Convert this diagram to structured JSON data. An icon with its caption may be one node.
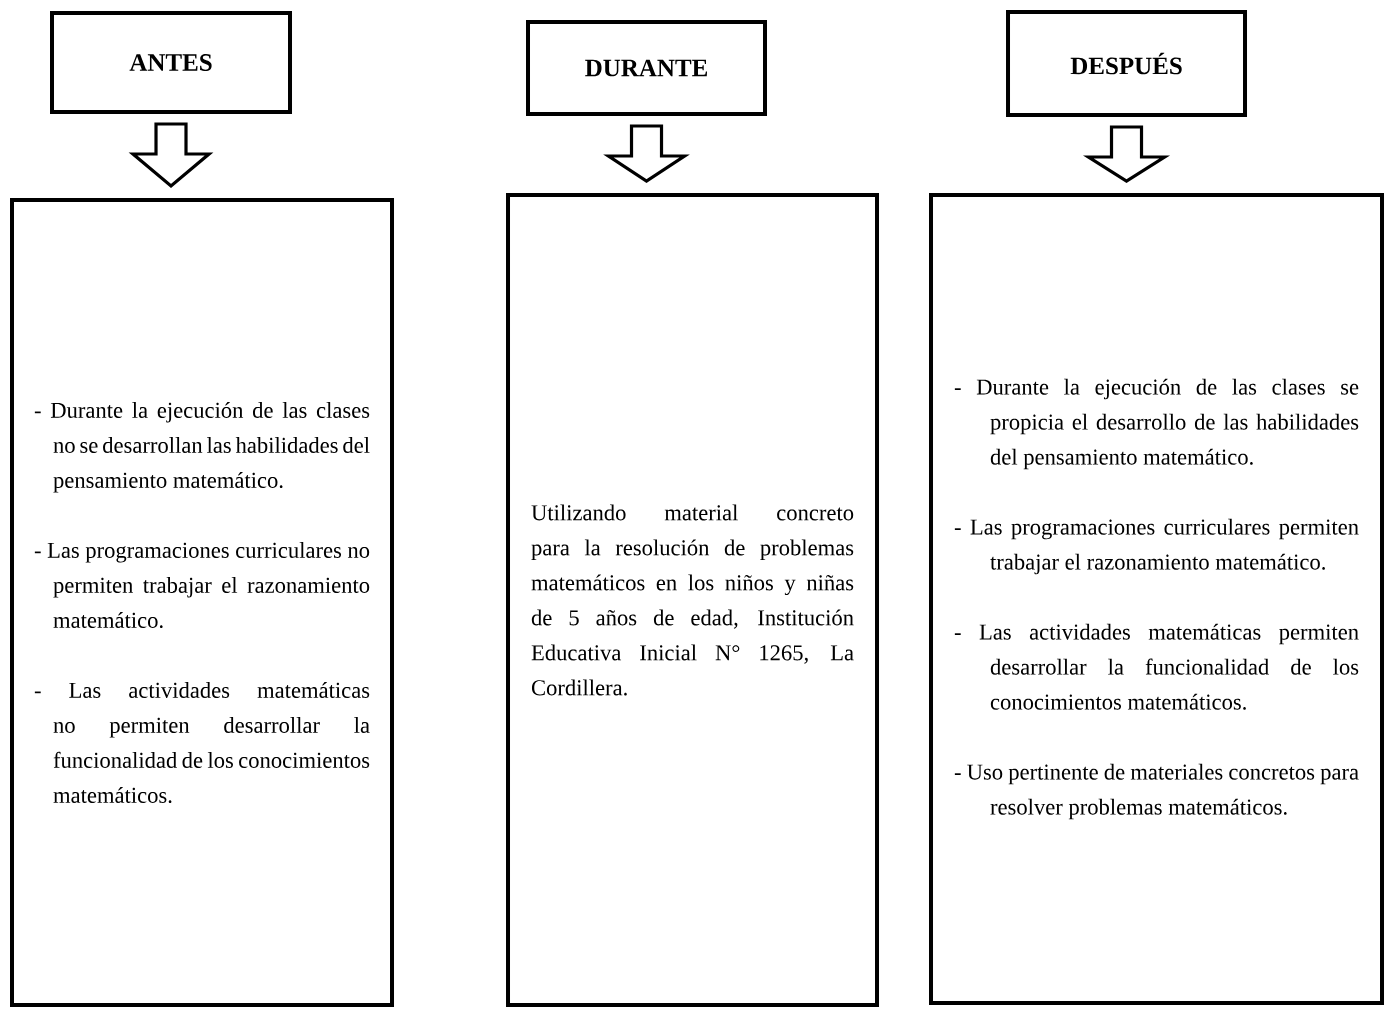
{
  "diagram": {
    "nodes": [
      {
        "text": [
          "ANTES"
        ]
      },
      {
        "text": [
          "DURANTE"
        ]
      },
      {
        "text": [
          "DESPUÉS"
        ]
      },
      {
        "text": [
          "- Durante la ejecución de las clases no se desarrollan las habilidades del pensamiento matemático.",
          "- Las programaciones curriculares no permiten trabajar el razonamiento matemático.",
          "- Las actividades matemáticas no permiten desarrollar la funcionalidad de los conocimientos matemáticos."
        ]
      },
      {
        "text": [
          "Utilizando material concreto para la resolución de problemas matemáticos en los niños y niñas de 5 años de edad, Institución Educativa Inicial N° 1265, La Cordillera."
        ]
      },
      {
        "text": [
          "- Durante la ejecución de las clases se propicia el desarrollo de las habilidades del pensamiento matemático.",
          "- Las programaciones curriculares permiten trabajar el razonamiento matemático.",
          "- Las actividades matemáticas permiten desarrollar la funcionalidad de los conocimientos matemáticos.",
          "- Uso pertinente de materiales concretos para resolver problemas matemáticos."
        ]
      }
    ],
    "edges": [
      {
        "from": 0,
        "to": 3,
        "arrow": "to"
      },
      {
        "from": 1,
        "to": 4,
        "arrow": "to"
      },
      {
        "from": 2,
        "to": 5,
        "arrow": "to"
      }
    ]
  }
}
